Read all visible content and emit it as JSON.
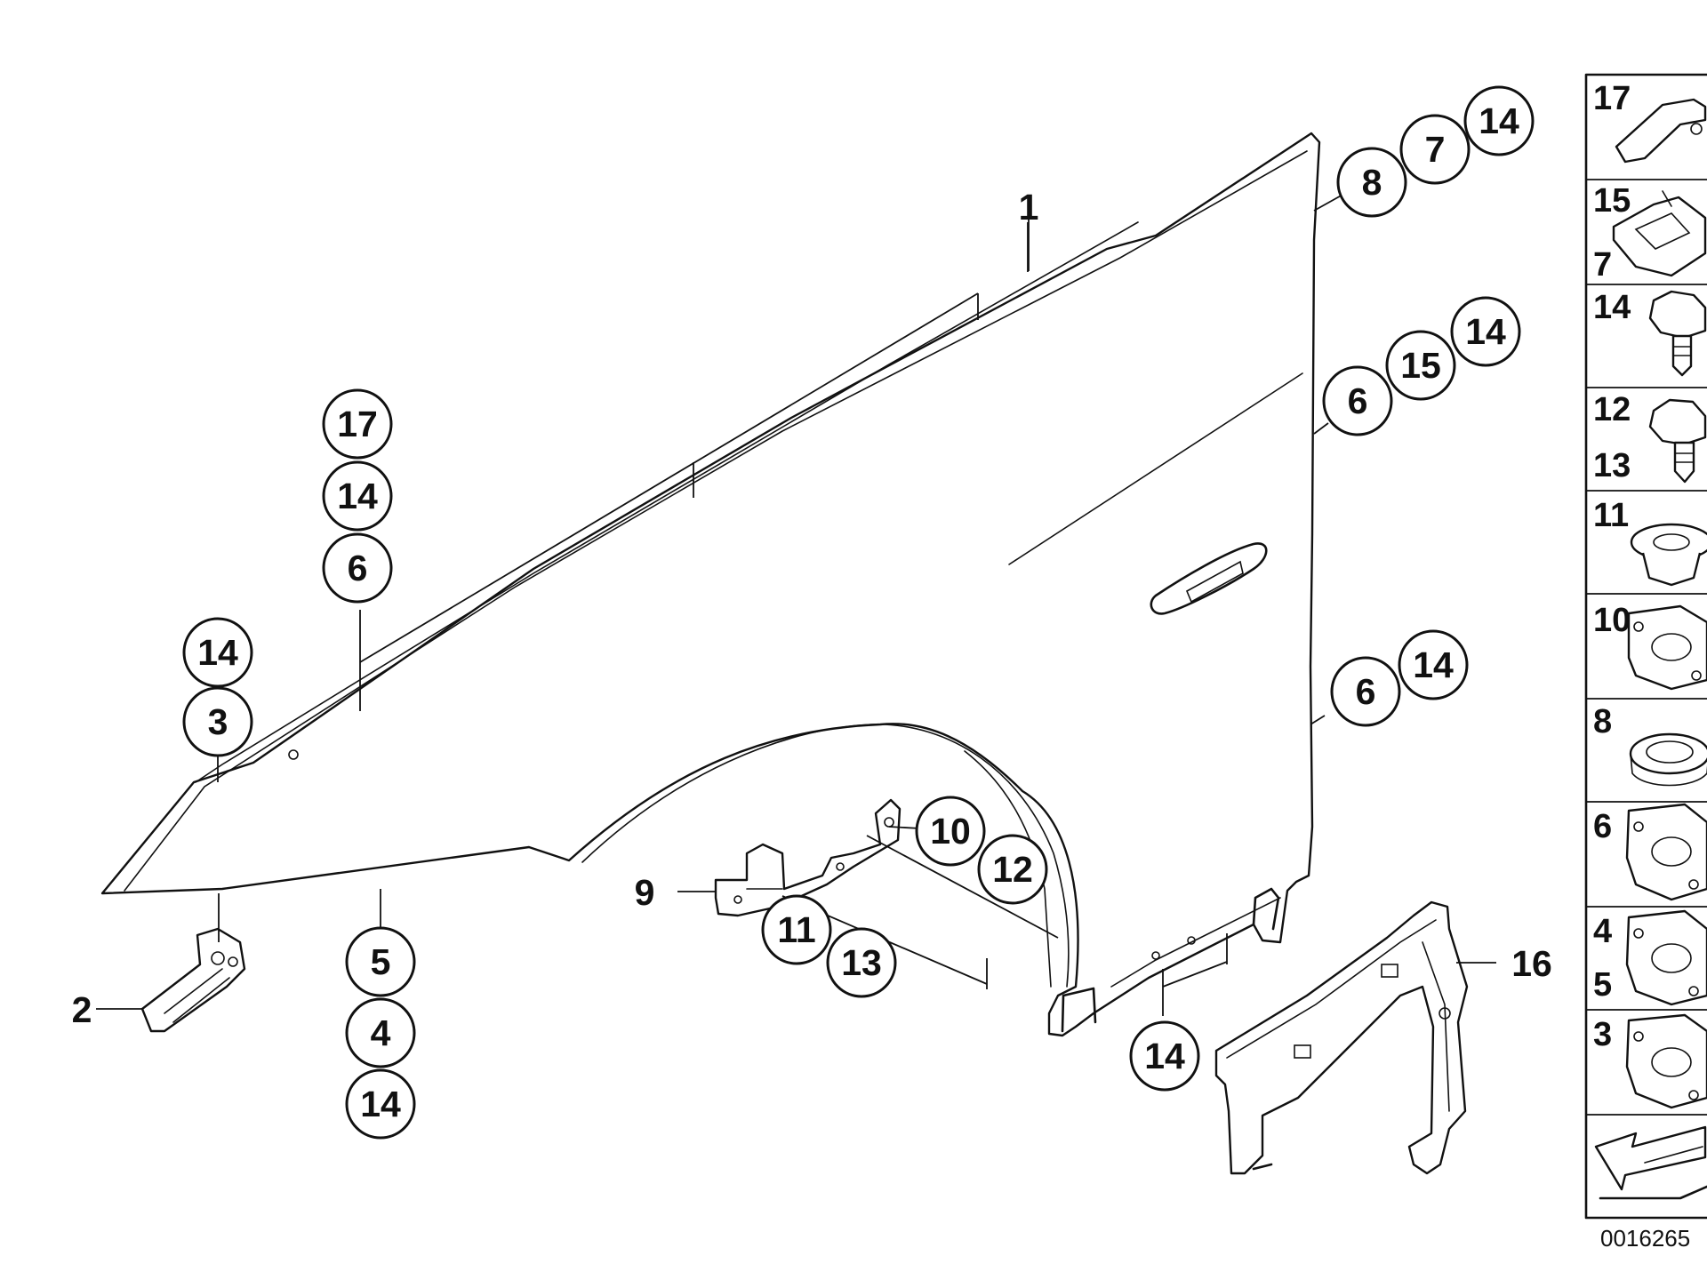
{
  "diagram": {
    "code": "0016265",
    "labels": {
      "p1": "1",
      "p2": "2",
      "p9": "9",
      "p16": "16"
    },
    "callouts": {
      "c17a": "17",
      "c14a": "14",
      "c6a": "6",
      "c14b": "14",
      "c3a": "3",
      "c5a": "5",
      "c4a": "4",
      "c14c": "14",
      "c8a": "8",
      "c7a": "7",
      "c14d": "14",
      "c6b": "6",
      "c15a": "15",
      "c14e": "14",
      "c6c": "6",
      "c14f": "14",
      "c10a": "10",
      "c12a": "12",
      "c11a": "11",
      "c13a": "13",
      "c14g": "14"
    },
    "legend": [
      {
        "nums": [
          "17"
        ],
        "icon": "clip-icon"
      },
      {
        "nums": [
          "15",
          "7"
        ],
        "icon": "spring-nut-icon"
      },
      {
        "nums": [
          "14"
        ],
        "icon": "hex-screw-icon"
      },
      {
        "nums": [
          "12",
          "13"
        ],
        "icon": "hex-screw-icon"
      },
      {
        "nums": [
          "11"
        ],
        "icon": "grommet-icon"
      },
      {
        "nums": [
          "10"
        ],
        "icon": "rubber-pad-icon"
      },
      {
        "nums": [
          "8"
        ],
        "icon": "ring-seal-icon"
      },
      {
        "nums": [
          "6"
        ],
        "icon": "rubber-pad-icon"
      },
      {
        "nums": [
          "4",
          "5"
        ],
        "icon": "rubber-pad-icon"
      },
      {
        "nums": [
          "3"
        ],
        "icon": "rubber-pad-icon"
      },
      {
        "nums": [],
        "icon": "direction-arrow-icon"
      }
    ]
  }
}
